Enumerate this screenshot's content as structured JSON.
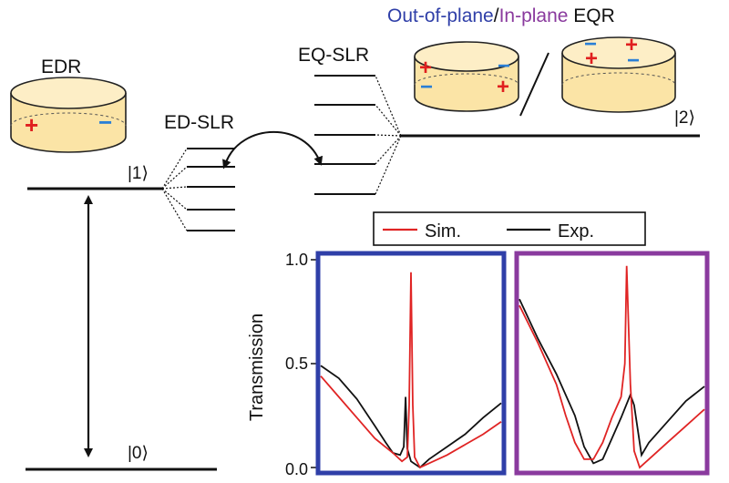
{
  "labels": {
    "edr": "EDR",
    "ed_slr": "ED-SLR",
    "eq_slr": "EQ-SLR",
    "state_0": "|0⟩",
    "state_1": "|1⟩",
    "state_2": "|2⟩"
  },
  "header": {
    "out_of_plane": "Out-of-plane",
    "separator": "/",
    "in_plane": "In-plane",
    "eqr": " EQR"
  },
  "charges": {
    "plus": "+",
    "minus": "−"
  },
  "colors": {
    "blue": "#2f3fa8",
    "purple": "#8a3a9e",
    "sim": "#e02424",
    "exp": "#111111",
    "disk_fill": "#fbe4a6",
    "disk_edge": "#222222",
    "charge_plus": "#e01f1f",
    "charge_minus": "#2a7fd6"
  },
  "chart_data": {
    "type": "line",
    "ylabel": "Transmission",
    "ylim": [
      0,
      1
    ],
    "yticks": [
      "1.0",
      "0.5",
      "0.0"
    ],
    "legend": {
      "placement": "top",
      "entries": [
        "Sim.",
        "Exp."
      ]
    },
    "panels": [
      {
        "name": "Out-of-plane",
        "frame_color": "#2f3fa8",
        "series": [
          {
            "name": "Sim.",
            "color": "#e02424",
            "points": [
              [
                0,
                0.44
              ],
              [
                0.1,
                0.34
              ],
              [
                0.2,
                0.24
              ],
              [
                0.3,
                0.14
              ],
              [
                0.4,
                0.07
              ],
              [
                0.45,
                0.03
              ],
              [
                0.48,
                0.05
              ],
              [
                0.49,
                0.3
              ],
              [
                0.5,
                0.94
              ],
              [
                0.51,
                0.3
              ],
              [
                0.52,
                0.05
              ],
              [
                0.55,
                0.0
              ],
              [
                0.6,
                0.02
              ],
              [
                0.7,
                0.06
              ],
              [
                0.8,
                0.11
              ],
              [
                0.9,
                0.16
              ],
              [
                1.0,
                0.22
              ]
            ]
          },
          {
            "name": "Exp.",
            "color": "#111111",
            "points": [
              [
                0,
                0.49
              ],
              [
                0.1,
                0.43
              ],
              [
                0.2,
                0.33
              ],
              [
                0.3,
                0.2
              ],
              [
                0.36,
                0.12
              ],
              [
                0.4,
                0.07
              ],
              [
                0.44,
                0.06
              ],
              [
                0.46,
                0.1
              ],
              [
                0.47,
                0.34
              ],
              [
                0.48,
                0.09
              ],
              [
                0.5,
                0.03
              ],
              [
                0.55,
                0.0
              ],
              [
                0.6,
                0.04
              ],
              [
                0.7,
                0.1
              ],
              [
                0.8,
                0.16
              ],
              [
                0.9,
                0.24
              ],
              [
                1.0,
                0.31
              ]
            ]
          }
        ]
      },
      {
        "name": "In-plane",
        "frame_color": "#8a3a9e",
        "series": [
          {
            "name": "Sim.",
            "color": "#e02424",
            "points": [
              [
                0,
                0.78
              ],
              [
                0.1,
                0.6
              ],
              [
                0.2,
                0.4
              ],
              [
                0.25,
                0.25
              ],
              [
                0.3,
                0.12
              ],
              [
                0.35,
                0.04
              ],
              [
                0.4,
                0.04
              ],
              [
                0.45,
                0.12
              ],
              [
                0.5,
                0.24
              ],
              [
                0.55,
                0.34
              ],
              [
                0.57,
                0.5
              ],
              [
                0.58,
                0.97
              ],
              [
                0.6,
                0.4
              ],
              [
                0.62,
                0.08
              ],
              [
                0.65,
                0.0
              ],
              [
                0.7,
                0.04
              ],
              [
                0.8,
                0.12
              ],
              [
                0.9,
                0.2
              ],
              [
                1.0,
                0.28
              ]
            ]
          },
          {
            "name": "Exp.",
            "color": "#111111",
            "points": [
              [
                0,
                0.81
              ],
              [
                0.1,
                0.62
              ],
              [
                0.2,
                0.45
              ],
              [
                0.3,
                0.25
              ],
              [
                0.35,
                0.1
              ],
              [
                0.4,
                0.02
              ],
              [
                0.45,
                0.04
              ],
              [
                0.5,
                0.14
              ],
              [
                0.55,
                0.24
              ],
              [
                0.6,
                0.35
              ],
              [
                0.62,
                0.3
              ],
              [
                0.66,
                0.06
              ],
              [
                0.7,
                0.12
              ],
              [
                0.8,
                0.22
              ],
              [
                0.9,
                0.32
              ],
              [
                1.0,
                0.39
              ]
            ]
          }
        ]
      }
    ]
  }
}
